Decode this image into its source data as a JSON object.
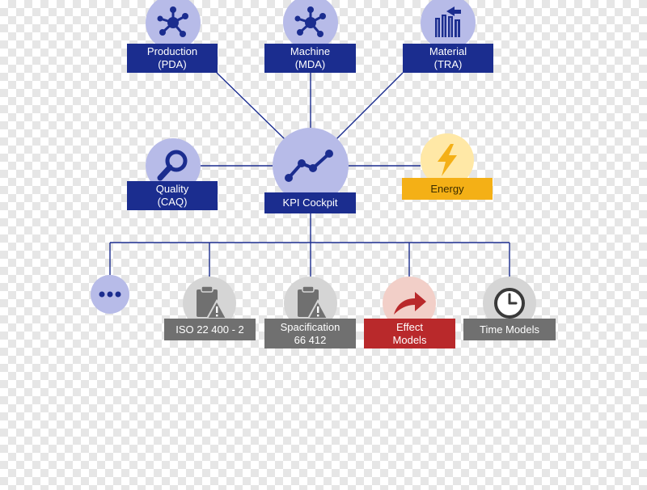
{
  "colors": {
    "connector": "#1b2d8f",
    "blue_label": "#1b2d8f",
    "blue_circle": "#b7bbe8",
    "icon_blue": "#1b2d8f",
    "energy_label": "#f4b016",
    "energy_circle": "#ffe8a6",
    "gray_label": "#707070",
    "gray_circle": "#d5d5d5",
    "effect_label": "#b9292b",
    "effect_circle": "#f2cfc8"
  },
  "nodes": {
    "production": {
      "label": "Production\n(PDA)",
      "icon": "network-icon"
    },
    "machine": {
      "label": "Machine\n(MDA)",
      "icon": "network-icon"
    },
    "material": {
      "label": "Material\n(TRA)",
      "icon": "warehouse-icon"
    },
    "quality": {
      "label": "Quality\n(CAQ)",
      "icon": "magnifier-icon"
    },
    "kpi": {
      "label": "KPI Cockpit",
      "icon": "line-chart-icon"
    },
    "energy": {
      "label": "Energy",
      "icon": "lightning-icon"
    },
    "more": {
      "label": "",
      "icon": "ellipsis-icon"
    },
    "iso": {
      "label": "ISO 22 400 - 2",
      "icon": "clipboard-warning-icon"
    },
    "specification": {
      "label": "Spacification\n66 412",
      "icon": "clipboard-warning-icon"
    },
    "effect": {
      "label": "Effect\nModels",
      "icon": "curved-arrow-icon"
    },
    "time": {
      "label": "Time Models",
      "icon": "clock-icon"
    }
  }
}
